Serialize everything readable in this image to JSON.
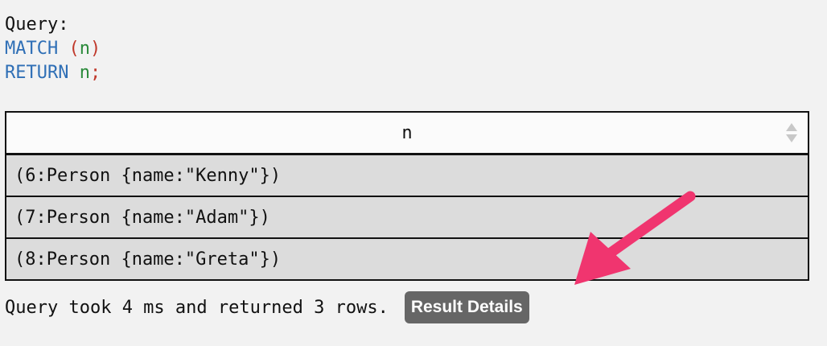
{
  "query": {
    "label": "Query:",
    "line1_keyword": "MATCH",
    "line1_open": "(",
    "line1_var": "n",
    "line1_close": ")",
    "line2_keyword": "RETURN",
    "line2_var": "n",
    "line2_end": ";"
  },
  "table": {
    "column_header": "n",
    "rows": [
      "(6:Person {name:\"Kenny\"})",
      "(7:Person {name:\"Adam\"})",
      "(8:Person {name:\"Greta\"})"
    ]
  },
  "footer": {
    "summary": "Query took 4 ms and returned 3 rows.",
    "details_button": "Result Details"
  },
  "colors": {
    "keyword": "#2f6fb6",
    "paren": "#c0392b",
    "variable": "#2a8a3a",
    "arrow": "#f0356f",
    "button_bg": "#666666"
  },
  "icons": {
    "sort": "sort-both-icon",
    "annotation": "pointer-arrow-icon"
  }
}
